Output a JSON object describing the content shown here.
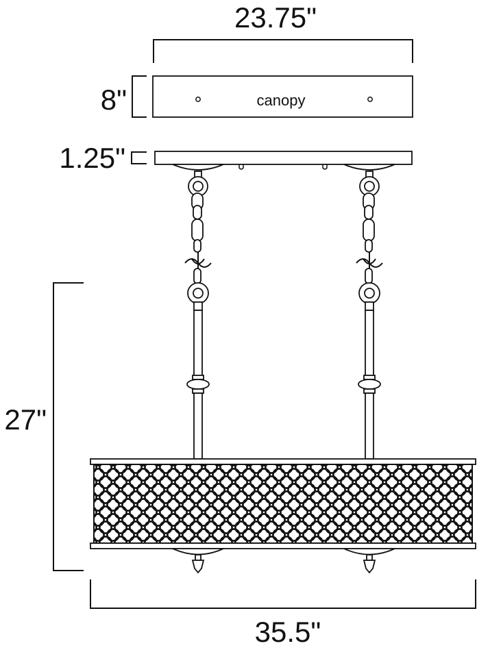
{
  "dimensions": {
    "canopy_width": "23.75\"",
    "canopy_height": "8\"",
    "canopy_plate_thickness": "1.25\"",
    "overall_height": "27\"",
    "overall_width": "35.5\""
  },
  "labels": {
    "canopy": "canopy"
  },
  "colors": {
    "line": "#111111",
    "background": "#ffffff"
  }
}
